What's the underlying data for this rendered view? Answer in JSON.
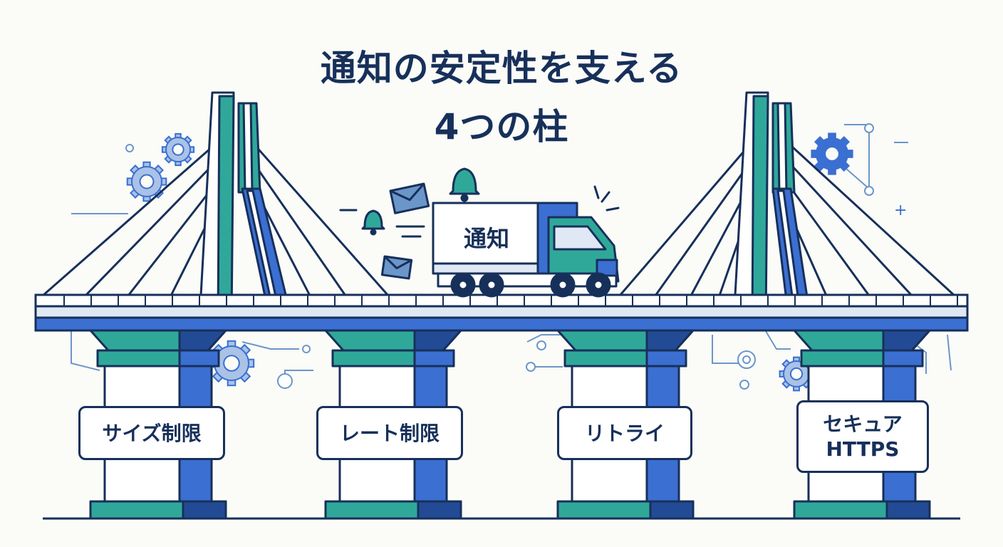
{
  "title": {
    "line1": "通知の安定性を支える",
    "line2": "4つの柱"
  },
  "truck": {
    "label": "通知"
  },
  "pillars": [
    {
      "label": "サイズ制限"
    },
    {
      "label": "レート制限"
    },
    {
      "label": "リトライ"
    },
    {
      "label": "セキュア\nHTTPS"
    }
  ],
  "colors": {
    "navy": "#17305a",
    "blue": "#3b6fd1",
    "teal": "#2fa89a",
    "light_blue": "#6b96c9",
    "background": "#fbfbf8"
  },
  "icons": [
    "gear-icon",
    "envelope-icon",
    "bell-icon",
    "truck-icon",
    "circuit-node-icon"
  ]
}
